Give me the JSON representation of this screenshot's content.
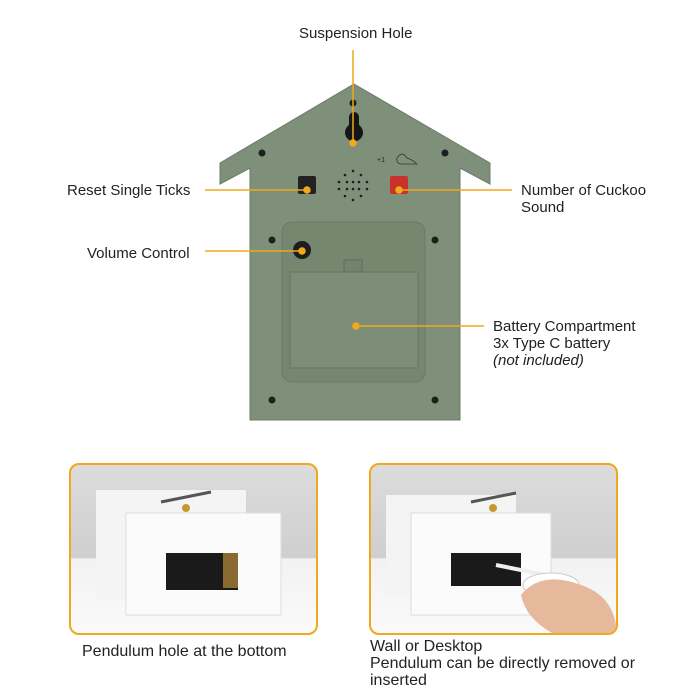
{
  "callouts": {
    "suspension_hole": "Suspension Hole",
    "reset_single_ticks": "Reset Single Ticks",
    "number_of_cuckoo_sound_line1": "Number of Cuckoo",
    "number_of_cuckoo_sound_line2": "Sound",
    "volume_control": "Volume Control",
    "battery_line1": "Battery Compartment",
    "battery_line2": "3x Type C battery",
    "battery_line3": "(not included)",
    "cuckoo_icon_label": "+1"
  },
  "photos": {
    "left_caption": "Pendulum hole at the bottom",
    "right_caption_line1": "Wall or Desktop",
    "right_caption_line2": "Pendulum can be directly removed or",
    "right_caption_line3": "inserted"
  },
  "colors": {
    "accent": "#f0a81c",
    "clock_body": "#7f907a",
    "red_button": "#c9322a"
  }
}
